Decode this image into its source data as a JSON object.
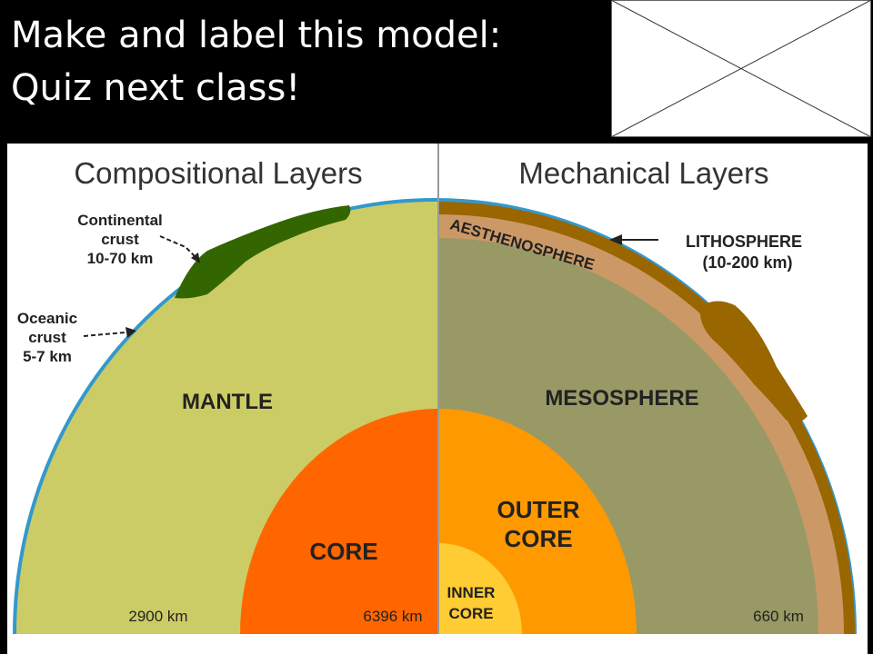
{
  "slide": {
    "title_line1": "Make and label this model:",
    "title_line2": "Quiz next class!"
  },
  "image_placeholder": {
    "icon": "broken-image-x-icon"
  },
  "diagram": {
    "left_heading": "Compositional Layers",
    "right_heading": "Mechanical Layers",
    "continental_crust": [
      "Continental",
      "crust",
      "10-70 km"
    ],
    "oceanic_crust": [
      "Oceanic",
      "crust",
      "5-7 km"
    ],
    "lithosphere": [
      "LITHOSPHERE",
      "(10-200 km)"
    ],
    "aesthenosphere": "AESTHENOSPHERE",
    "mantle": "MANTLE",
    "mesosphere": "MESOSPHERE",
    "core": "CORE",
    "outer_core": [
      "OUTER",
      "CORE"
    ],
    "inner_core": [
      "INNER",
      "CORE"
    ],
    "depth_2900": "2900 km",
    "depth_6396": "6396 km",
    "depth_660": "660 km",
    "colors": {
      "mantle": "#cccc66",
      "core": "#ff6600",
      "mesosphere": "#999966",
      "outer_core": "#ff9900",
      "inner_core": "#ffcc33",
      "lithosphere": "#996600",
      "aesthenosphere": "#cc9966",
      "continental_crust": "#336600",
      "ocean_rim": "#3399cc"
    }
  }
}
